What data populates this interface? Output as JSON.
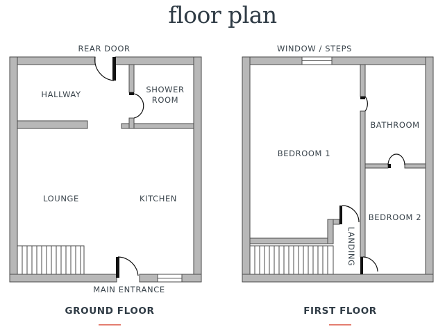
{
  "title": "floor plan",
  "colors": {
    "wall_fill": "#b8b8b8",
    "wall_stroke": "#4a4a4a",
    "door": "#111111",
    "text": "#3a444c",
    "accent": "#e06a5a"
  },
  "ground_floor": {
    "caption": "GROUND FLOOR",
    "labels": {
      "rear_door": "REAR DOOR",
      "hallway": "HALLWAY",
      "shower_1": "SHOWER",
      "shower_2": "ROOM",
      "lounge": "LOUNGE",
      "kitchen": "KITCHEN",
      "main_entrance": "MAIN ENTRANCE"
    }
  },
  "first_floor": {
    "caption": "FIRST FLOOR",
    "labels": {
      "window_steps": "WINDOW / STEPS",
      "bathroom": "BATHROOM",
      "bedroom1": "BEDROOM 1",
      "bedroom2": "BEDROOM 2",
      "landing": "LANDING"
    }
  }
}
